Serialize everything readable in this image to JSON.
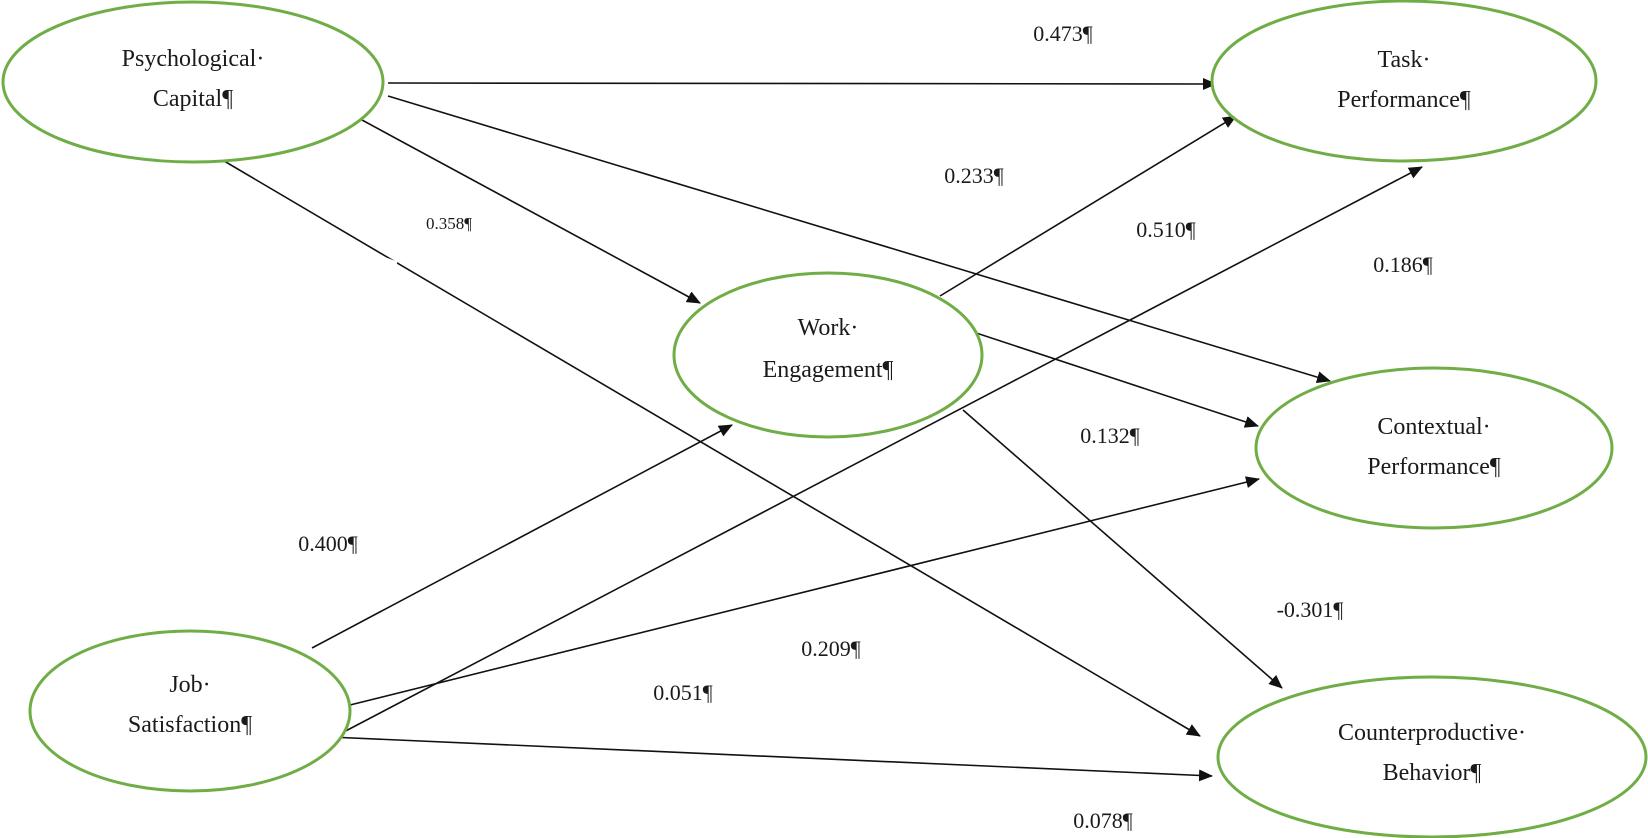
{
  "nodes": {
    "psycap": {
      "line1": "Psychological·",
      "line2": "Capital¶"
    },
    "task": {
      "line1": "Task·",
      "line2": "Performance¶"
    },
    "work": {
      "line1": "Work·",
      "line2": "Engagement¶"
    },
    "contextual": {
      "line1": "Contextual·",
      "line2": "Performance¶"
    },
    "jobsat": {
      "line1": "Job·",
      "line2": "Satisfaction¶"
    },
    "counter": {
      "line1": "Counterproductive·",
      "line2": "Behavior¶"
    }
  },
  "paths": [
    {
      "id": "pc-task",
      "from": "Psychological Capital",
      "to": "Task Performance",
      "label": "0.473¶"
    },
    {
      "id": "pc-work",
      "from": "Psychological Capital",
      "to": "Work Engagement",
      "label": "0.358¶"
    },
    {
      "id": "pc-contextual",
      "from": "Psychological Capital",
      "to": "Contextual Performance",
      "label": "0.186¶"
    },
    {
      "id": "pc-counter",
      "from": "Psychological Capital",
      "to": "Counterproductive Behavior",
      "label": "0.051¶"
    },
    {
      "id": "we-task",
      "from": "Work Engagement",
      "to": "Task Performance",
      "label": "0.233¶"
    },
    {
      "id": "we-contextual",
      "from": "Work Engagement",
      "to": "Contextual Performance",
      "label": "0.132¶"
    },
    {
      "id": "we-counter",
      "from": "Work Engagement",
      "to": "Counterproductive Behavior",
      "label": "-0.301¶"
    },
    {
      "id": "js-work",
      "from": "Job Satisfaction",
      "to": "Work Engagement",
      "label": "0.400¶"
    },
    {
      "id": "js-task",
      "from": "Job Satisfaction",
      "to": "Task Performance",
      "label": "0.510¶"
    },
    {
      "id": "js-contextual",
      "from": "Job Satisfaction",
      "to": "Contextual Performance",
      "label": "0.209¶"
    },
    {
      "id": "js-counter",
      "from": "Job Satisfaction",
      "to": "Counterproductive Behavior",
      "label": "0.078¶"
    }
  ],
  "colors": {
    "ellipse_stroke": "#70ad47",
    "arrow": "#111111"
  }
}
